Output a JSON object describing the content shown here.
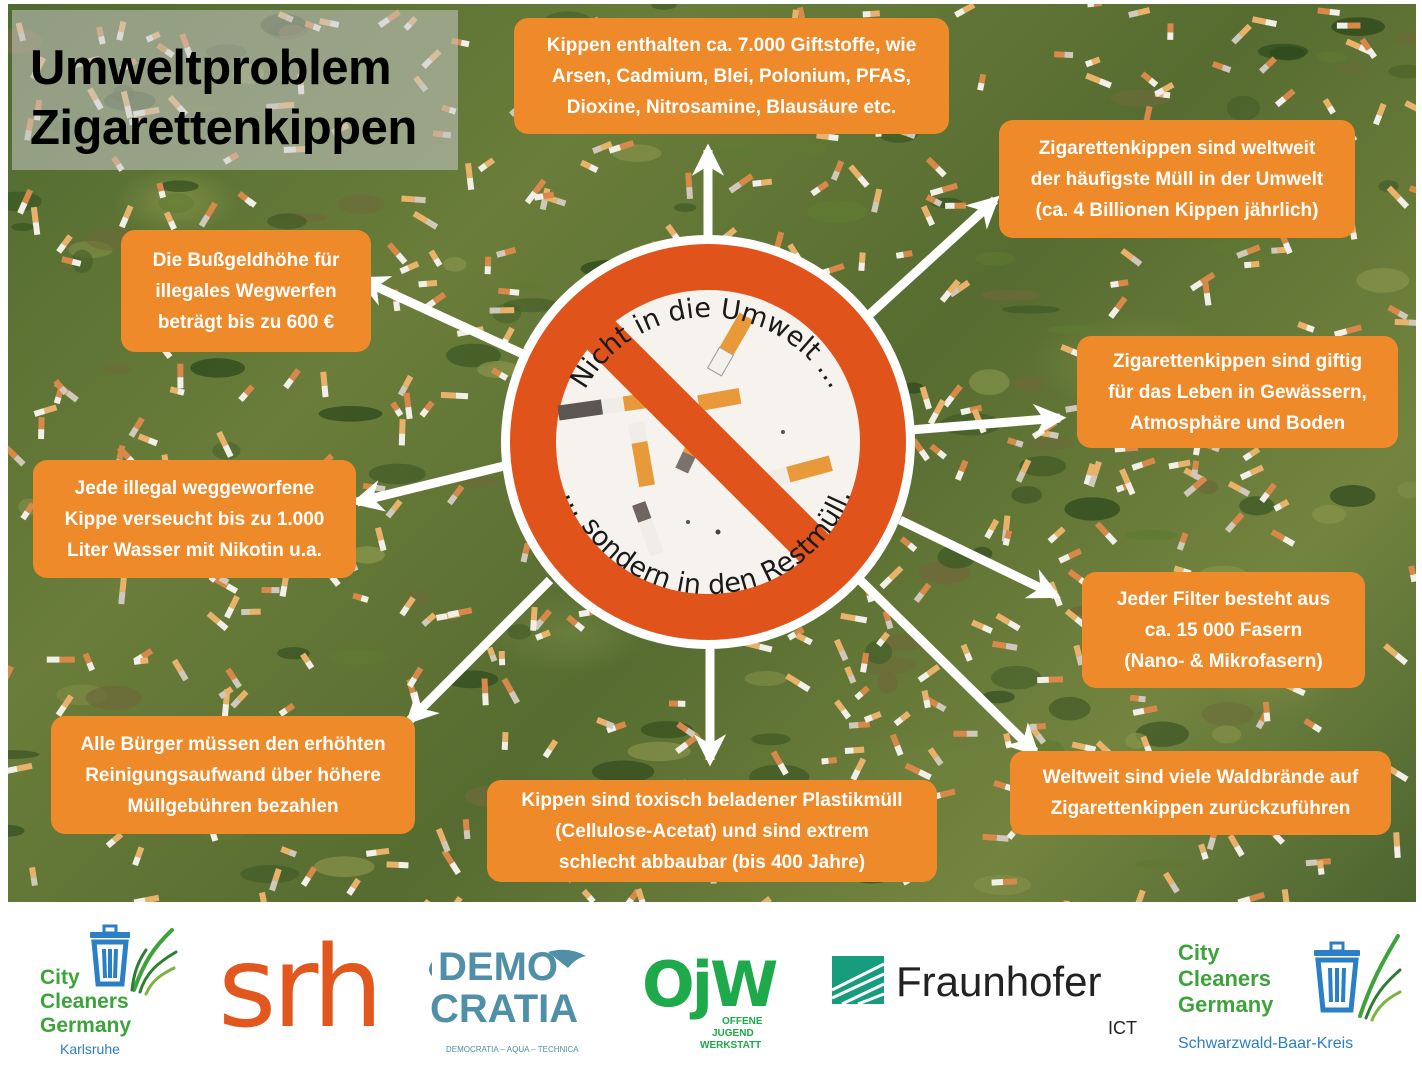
{
  "title": {
    "line1": "Umweltproblem",
    "line2": "Zigarettenkippen"
  },
  "center_sign": {
    "arc_top": "Nicht in die Umwelt …",
    "arc_bottom": "… sondern in den Restmüll."
  },
  "boxes": {
    "top": [
      "Kippen enthalten ca. 7.000 Giftstoffe, wie",
      "Arsen, Cadmium, Blei, Polonium, PFAS,",
      "Dioxine, Nitrosamine, Blausäure etc."
    ],
    "top_right": [
      "Zigarettenkippen sind weltweit",
      "der häufigste Müll in der Umwelt",
      "(ca. 4 Billionen Kippen jährlich)"
    ],
    "right": [
      "Zigarettenkippen sind giftig",
      "für das Leben in Gewässern,",
      "Atmosphäre und Boden"
    ],
    "right_lower": [
      "Jeder Filter besteht aus",
      "ca. 15 000 Fasern",
      "(Nano- & Mikrofasern)"
    ],
    "bottom_right": [
      "Weltweit sind viele Waldbrände auf",
      "Zigarettenkippen zurückzuführen"
    ],
    "bottom": [
      "Kippen sind toxisch beladener Plastikmüll",
      "(Cellulose-Acetat) und sind extrem",
      "schlecht abbaubar (bis 400 Jahre)"
    ],
    "bottom_left": [
      "Alle Bürger müssen den erhöhten",
      "Reinigungsaufwand über höhere",
      "Müllgebühren bezahlen"
    ],
    "left": [
      "Jede illegal weggeworfene",
      "Kippe verseucht bis zu 1.000",
      "Liter Wasser mit Nikotin u.a."
    ],
    "top_left": [
      "Die Bußgeldhöhe für",
      "illegales Wegwerfen",
      "beträgt bis zu 600 €"
    ]
  },
  "logos": {
    "city_cleaners_karlsruhe": {
      "words": [
        "City",
        "Cleaners",
        "Germany"
      ],
      "sub": "Karlsruhe"
    },
    "srh": {
      "text": "srh"
    },
    "democratia": {
      "line1": "DEMO",
      "line2": "CRATIA",
      "tagline": "DEMOCRATIA – AQUA – TECHNICA"
    },
    "ojw": {
      "mark": "OjW",
      "lines": [
        "OFFENE",
        "JUGEND",
        "WERKSTATT"
      ]
    },
    "fraunhofer": {
      "name": "Fraunhofer",
      "sub": "ICT"
    },
    "city_cleaners_sbk": {
      "words": [
        "City",
        "Cleaners",
        "Germany"
      ],
      "sub": "Schwarzwald-Baar-Kreis"
    }
  },
  "colors": {
    "box_orange": "#ee8a29",
    "sign_red": "#e0531a",
    "cc_green": "#3ea33a",
    "cc_blue": "#2a7fc6",
    "srh_orange": "#e2571e",
    "democratia_blue": "#4f8fa8",
    "ojw_green": "#1ea94a",
    "fraunhofer_green": "#179c7d"
  }
}
